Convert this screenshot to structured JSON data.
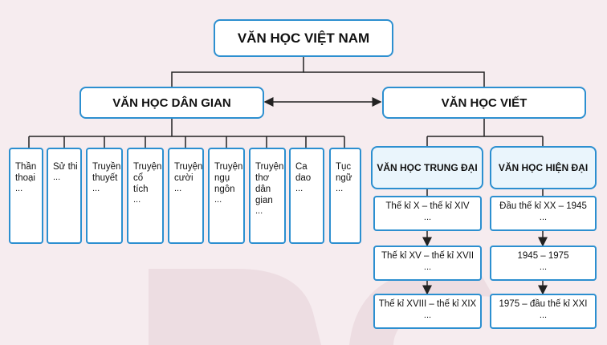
{
  "root": {
    "label": "VĂN HỌC VIỆT NAM"
  },
  "branches": {
    "folk": "VĂN HỌC DÂN GIAN",
    "written": "VĂN HỌC VIẾT"
  },
  "folk_genres": [
    {
      "line1": "Thần",
      "line2": "thoại",
      "line3": "",
      "line4": "",
      "dots": "..."
    },
    {
      "line1": "Sử thi",
      "line2": "",
      "line3": "",
      "line4": "",
      "dots": "..."
    },
    {
      "line1": "Truyền",
      "line2": "thuyết",
      "line3": "",
      "line4": "",
      "dots": "..."
    },
    {
      "line1": "Truyện",
      "line2": "cổ tích",
      "line3": "",
      "line4": "",
      "dots": "..."
    },
    {
      "line1": "Truyện",
      "line2": "cười",
      "line3": "",
      "line4": "",
      "dots": "..."
    },
    {
      "line1": "Truyện",
      "line2": "ngụ",
      "line3": "ngôn",
      "line4": "",
      "dots": "..."
    },
    {
      "line1": "Truyện",
      "line2": "thơ",
      "line3": "dân",
      "line4": "gian",
      "dots": "..."
    },
    {
      "line1": "Ca dao",
      "line2": "",
      "line3": "",
      "line4": "",
      "dots": "..."
    },
    {
      "line1": "Tục",
      "line2": "ngữ",
      "line3": "",
      "line4": "",
      "dots": "..."
    }
  ],
  "medieval": {
    "label": "VĂN HỌC TRUNG ĐẠI",
    "periods": [
      {
        "label": "Thế kỉ X – thế kỉ XIV",
        "dots": "..."
      },
      {
        "label": "Thế kỉ XV – thế kỉ XVII",
        "dots": "..."
      },
      {
        "label": "Thế kỉ XVIII – thế kỉ XIX",
        "dots": "..."
      }
    ]
  },
  "modern": {
    "label": "VĂN HỌC HIỆN ĐẠI",
    "periods": [
      {
        "label": "Đầu thế kỉ XX – 1945",
        "dots": "..."
      },
      {
        "label": "1945 – 1975",
        "dots": "..."
      },
      {
        "label": "1975 – đầu thế kỉ XXI",
        "dots": "..."
      }
    ]
  },
  "colors": {
    "box_border": "#2c8fd0",
    "connector": "#222222",
    "background": "#f6ecef"
  }
}
